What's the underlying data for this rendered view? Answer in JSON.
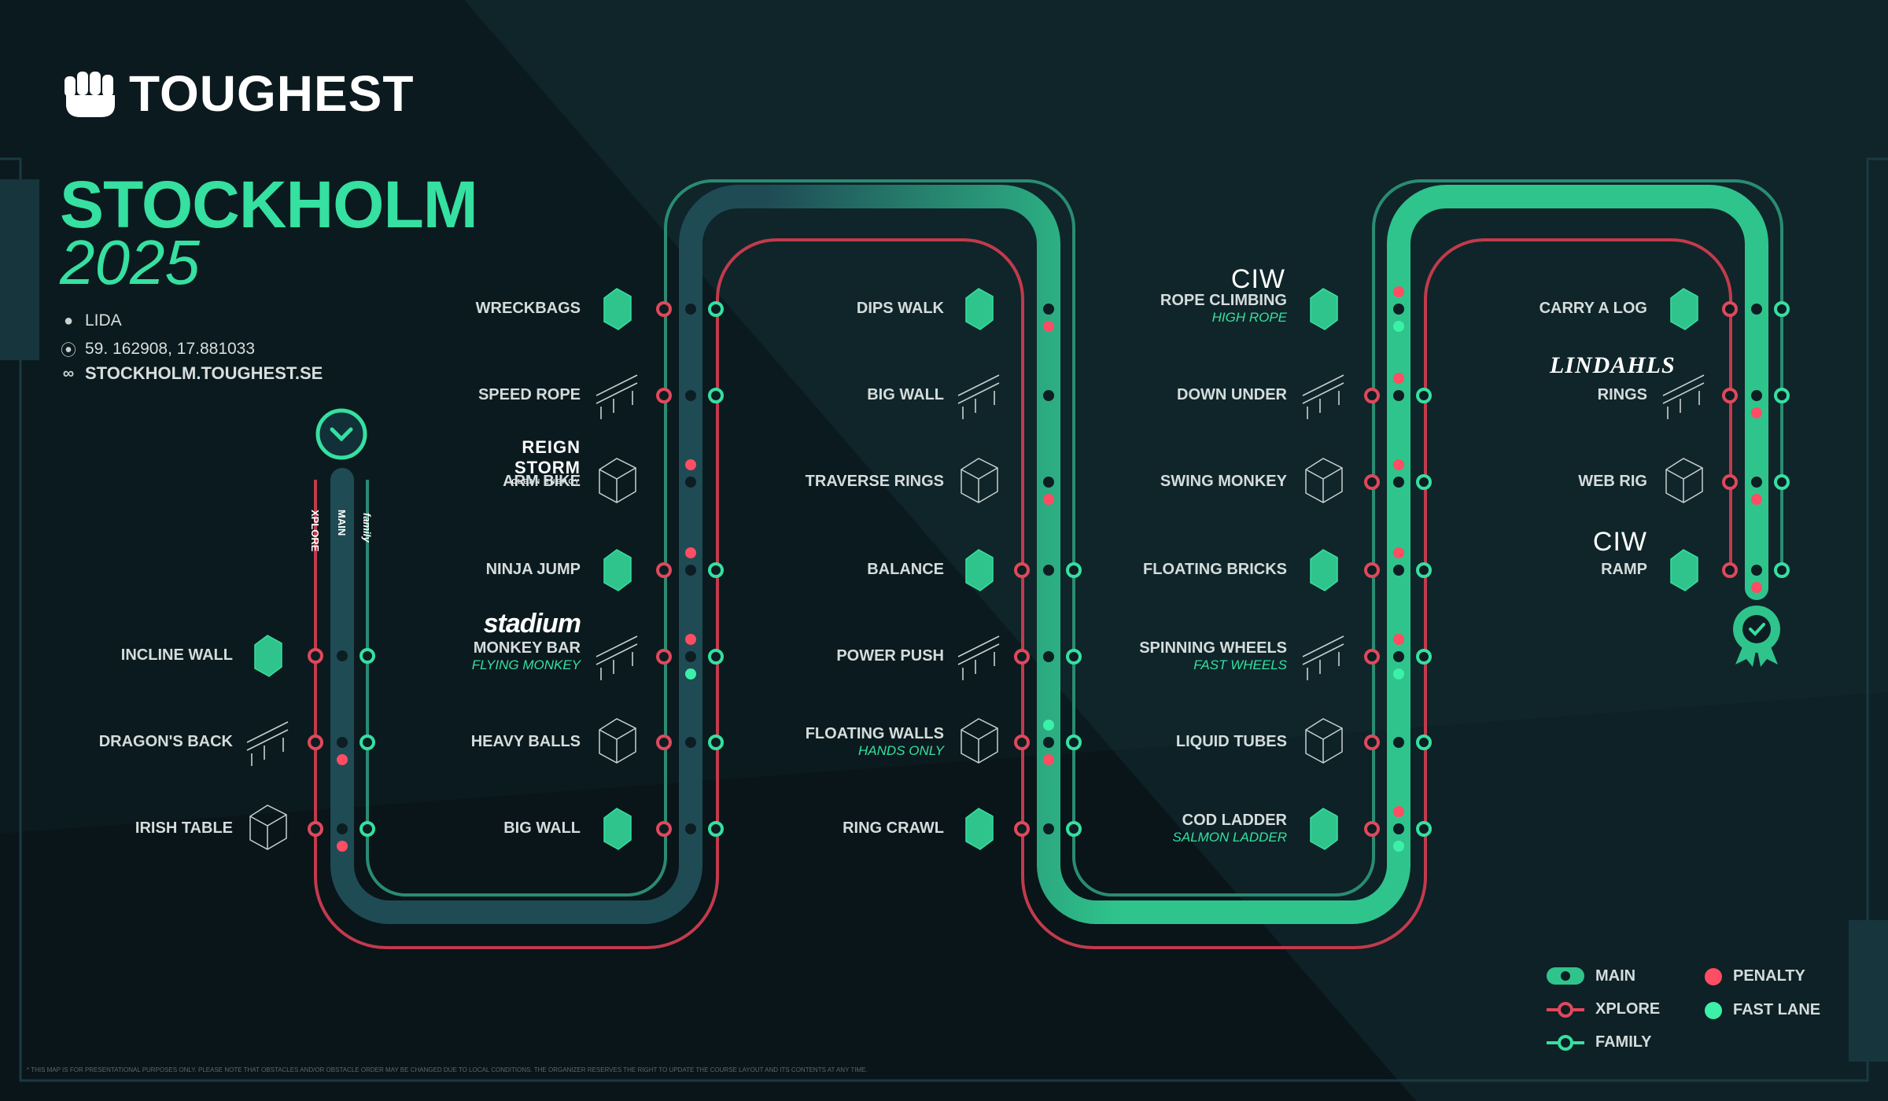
{
  "brand": {
    "name": "TOUGHEST"
  },
  "event": {
    "city": "STOCKHOLM",
    "year": "2025",
    "venue": "LIDA",
    "coordinates": "59. 162908,  17.881033",
    "website": "STOCKHOLM.TOUGHEST.SE"
  },
  "lanes": {
    "xplore": "XPLORE",
    "main": "MAIN",
    "family": "family"
  },
  "sponsors": {
    "reign": "REIGN STORM",
    "reign_small": "CLEAN ENERGY",
    "stadium": "stadium",
    "ciw": "CIW",
    "lindahls": "LINDAHLS"
  },
  "obstacles": {
    "col0": [
      {
        "name": "INCLINE WALL"
      },
      {
        "name": "DRAGON'S BACK"
      },
      {
        "name": "IRISH TABLE"
      }
    ],
    "col1": [
      {
        "name": "WRECKBAGS"
      },
      {
        "name": "SPEED ROPE"
      },
      {
        "name": "ARM BIKE"
      },
      {
        "name": "NINJA JUMP"
      },
      {
        "name": "MONKEY BAR",
        "sub": "FLYING MONKEY"
      },
      {
        "name": "HEAVY BALLS"
      },
      {
        "name": "BIG WALL"
      }
    ],
    "col2": [
      {
        "name": "DIPS WALK"
      },
      {
        "name": "BIG WALL"
      },
      {
        "name": "TRAVERSE RINGS"
      },
      {
        "name": "BALANCE"
      },
      {
        "name": "POWER PUSH"
      },
      {
        "name": "FLOATING WALLS",
        "sub": "HANDS ONLY"
      },
      {
        "name": "RING CRAWL"
      }
    ],
    "col3": [
      {
        "name": "ROPE CLIMBING",
        "sub": "HIGH ROPE"
      },
      {
        "name": "DOWN UNDER"
      },
      {
        "name": "SWING MONKEY"
      },
      {
        "name": "FLOATING BRICKS"
      },
      {
        "name": "SPINNING WHEELS",
        "sub": "FAST WHEELS"
      },
      {
        "name": "LIQUID TUBES"
      },
      {
        "name": "COD LADDER",
        "sub": "SALMON LADDER"
      }
    ],
    "col4": [
      {
        "name": "CARRY A LOG"
      },
      {
        "name": "RINGS"
      },
      {
        "name": "WEB RIG"
      },
      {
        "name": "RAMP"
      }
    ]
  },
  "legend": {
    "main": "MAIN",
    "xplore": "XPLORE",
    "family": "FAMILY",
    "penalty": "PENALTY",
    "fast_lane": "FAST LANE"
  },
  "disclaimer": "* THIS MAP IS FOR PRESENTATIONAL PURPOSES ONLY. PLEASE NOTE THAT OBSTACLES AND/OR OBSTACLE ORDER MAY BE CHANGED DUE TO LOCAL CONDITIONS. THE ORGANIZER RESERVES THE RIGHT TO UPDATE THE COURSE LAYOUT AND ITS CONTENTS AT ANY TIME.",
  "colors": {
    "main_blue": "#1f4b55",
    "main_green": "#2fc48c",
    "xplore": "#e0485c",
    "family": "#35e0a1",
    "penalty": "#ff4d63",
    "fast_lane": "#3cf0a8",
    "accent": "#35e0a1"
  }
}
